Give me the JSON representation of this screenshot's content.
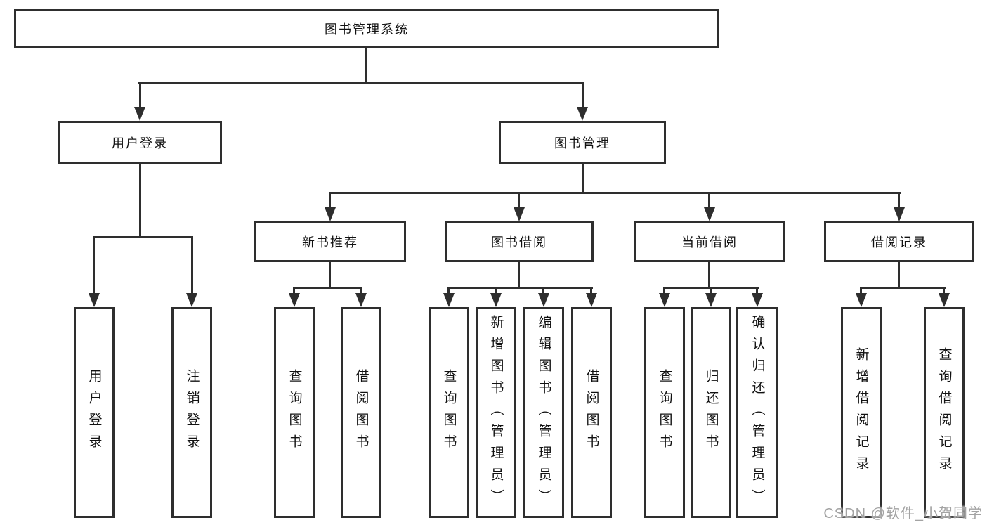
{
  "diagram": {
    "title": "图书管理系统",
    "watermark": "CSDN @软件_小贺同学",
    "colors": {
      "line": "#2e2e2e",
      "text": "#111111",
      "background": "#ffffff",
      "watermark": "#a3a3a3"
    },
    "root": {
      "label": "图书管理系统"
    },
    "branches": [
      {
        "label": "用户登录",
        "leaves": [
          {
            "label": "用户登录"
          },
          {
            "label": "注销登录"
          }
        ]
      },
      {
        "label": "图书管理",
        "groups": [
          {
            "label": "新书推荐",
            "leaves": [
              {
                "label": "查询图书"
              },
              {
                "label": "借阅图书"
              }
            ]
          },
          {
            "label": "图书借阅",
            "leaves": [
              {
                "label": "查询图书"
              },
              {
                "label": "新增图书（管理员）"
              },
              {
                "label": "编辑图书（管理员）"
              },
              {
                "label": "借阅图书"
              }
            ]
          },
          {
            "label": "当前借阅",
            "leaves": [
              {
                "label": "查询图书"
              },
              {
                "label": "归还图书"
              },
              {
                "label": "确认归还（管理员）"
              }
            ]
          },
          {
            "label": "借阅记录",
            "leaves": [
              {
                "label": "新增借阅记录"
              },
              {
                "label": "查询借阅记录"
              }
            ]
          }
        ]
      }
    ]
  }
}
